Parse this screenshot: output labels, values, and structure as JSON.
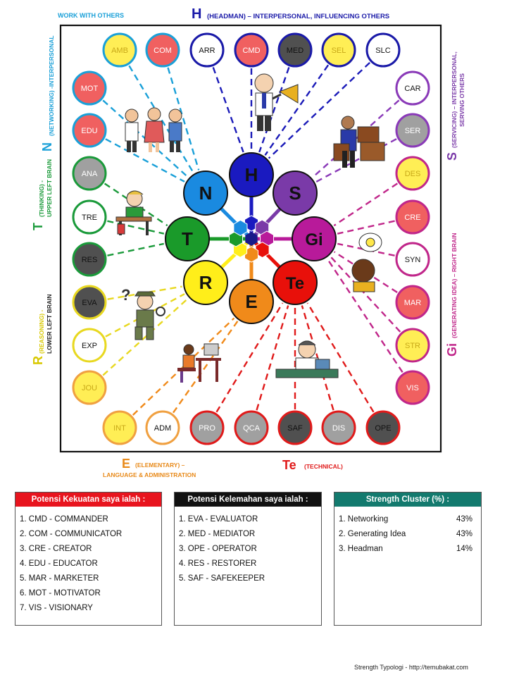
{
  "headings": {
    "work_with_others": "WORK WITH OTHERS",
    "H": {
      "letter": "H",
      "text": "(HEADMAN) – INTERPERSONAL, INFLUENCING OTHERS",
      "color": "#1a1aa8"
    },
    "N": {
      "letter": "N",
      "text": "(NETWORKING) -INTERPERSONAL",
      "color": "#1aa0d8"
    },
    "T": {
      "letter": "T",
      "text": "(THINKING) -",
      "text2": "UPPER LEFT BRAIN",
      "color": "#1a9a3a"
    },
    "R": {
      "letter": "R",
      "text": "(REASONING) -",
      "text2": "LOWER LEFT BRAIN",
      "color": "#d8c800"
    },
    "S": {
      "letter": "S",
      "text": "(SERVICING) – INTERPERSONAL,",
      "text2": "SERVING OTHERS",
      "color": "#7a3aa8"
    },
    "Gi": {
      "letter": "Gi",
      "text": "(GENERATING IDEA) – RIGHT BRAIN",
      "color": "#c0268a"
    },
    "E": {
      "letter": "E",
      "text": "(ELEMENTARY) –",
      "text2": "LANGUAGE & ADMINISTRATION",
      "color": "#e88a1a"
    },
    "Te": {
      "letter": "Te",
      "text": "(TECHNICAL)",
      "color": "#e01a1a"
    }
  },
  "clusters": [
    {
      "id": "H",
      "label": "H",
      "color": "#1a1ac0"
    },
    {
      "id": "S",
      "label": "S",
      "color": "#7a3aa8"
    },
    {
      "id": "Gi",
      "label": "Gi",
      "color": "#b81a9a"
    },
    {
      "id": "Te",
      "label": "Te",
      "color": "#e8100a"
    },
    {
      "id": "E",
      "label": "E",
      "color": "#f08a1a"
    },
    {
      "id": "R",
      "label": "R",
      "color": "#ffee1a"
    },
    {
      "id": "T",
      "label": "T",
      "color": "#1a9a2a"
    },
    {
      "id": "N",
      "label": "N",
      "color": "#1a8ae0"
    }
  ],
  "strengths": [
    {
      "code": "AMB",
      "cluster": "N",
      "fill": "#ffee55",
      "border": "#1aa0d8"
    },
    {
      "code": "COM",
      "cluster": "N",
      "fill": "#f06060",
      "border": "#1aa0d8"
    },
    {
      "code": "ARR",
      "cluster": "H",
      "fill": "#ffffff",
      "border": "#1a1aa8"
    },
    {
      "code": "CMD",
      "cluster": "H",
      "fill": "#f06060",
      "border": "#1a1aa8"
    },
    {
      "code": "MED",
      "cluster": "H",
      "fill": "#505050",
      "border": "#1a1aa8"
    },
    {
      "code": "SEL",
      "cluster": "H",
      "fill": "#ffee55",
      "border": "#1a1aa8"
    },
    {
      "code": "SLC",
      "cluster": "H",
      "fill": "#ffffff",
      "border": "#1a1aa8"
    },
    {
      "code": "MOT",
      "cluster": "N",
      "fill": "#f06060",
      "border": "#1aa0d8"
    },
    {
      "code": "EDU",
      "cluster": "N",
      "fill": "#f06060",
      "border": "#1aa0d8"
    },
    {
      "code": "CAR",
      "cluster": "S",
      "fill": "#ffffff",
      "border": "#8a3ab8"
    },
    {
      "code": "SER",
      "cluster": "S",
      "fill": "#a0a0a0",
      "border": "#8a3ab8"
    },
    {
      "code": "ANA",
      "cluster": "T",
      "fill": "#a0a0a0",
      "border": "#1a9a3a"
    },
    {
      "code": "DES",
      "cluster": "Gi",
      "fill": "#ffee55",
      "border": "#c0268a"
    },
    {
      "code": "TRE",
      "cluster": "T",
      "fill": "#ffffff",
      "border": "#1a9a3a"
    },
    {
      "code": "CRE",
      "cluster": "Gi",
      "fill": "#f06060",
      "border": "#c0268a"
    },
    {
      "code": "RES",
      "cluster": "T",
      "fill": "#505050",
      "border": "#1a9a3a"
    },
    {
      "code": "SYN",
      "cluster": "Gi",
      "fill": "#ffffff",
      "border": "#c0268a"
    },
    {
      "code": "EVA",
      "cluster": "R",
      "fill": "#505050",
      "border": "#e8d820"
    },
    {
      "code": "MAR",
      "cluster": "Gi",
      "fill": "#f06060",
      "border": "#c0268a"
    },
    {
      "code": "EXP",
      "cluster": "R",
      "fill": "#ffffff",
      "border": "#e8d820"
    },
    {
      "code": "STR",
      "cluster": "Gi",
      "fill": "#ffee55",
      "border": "#c0268a"
    },
    {
      "code": "JOU",
      "cluster": "R",
      "fill": "#ffee55",
      "border": "#f0a040"
    },
    {
      "code": "VIS",
      "cluster": "Gi",
      "fill": "#f06060",
      "border": "#c0268a"
    },
    {
      "code": "INT",
      "cluster": "E",
      "fill": "#ffee55",
      "border": "#f0a040"
    },
    {
      "code": "ADM",
      "cluster": "E",
      "fill": "#ffffff",
      "border": "#f0a040"
    },
    {
      "code": "PRO",
      "cluster": "Te",
      "fill": "#a0a0a0",
      "border": "#e01a1a"
    },
    {
      "code": "QCA",
      "cluster": "Te",
      "fill": "#a0a0a0",
      "border": "#e01a1a"
    },
    {
      "code": "SAF",
      "cluster": "Te",
      "fill": "#505050",
      "border": "#e01a1a"
    },
    {
      "code": "DIS",
      "cluster": "Te",
      "fill": "#a0a0a0",
      "border": "#e01a1a"
    },
    {
      "code": "OPE",
      "cluster": "Te",
      "fill": "#505050",
      "border": "#e01a1a"
    }
  ],
  "panels": {
    "strengths": {
      "title": "Potensi Kekuatan saya ialah :",
      "color": "#e8141e",
      "items": [
        "1. CMD - COMMANDER",
        "2. COM - COMMUNICATOR",
        "3. CRE - CREATOR",
        "4. EDU - EDUCATOR",
        "5. MAR - MARKETER",
        "6. MOT - MOTIVATOR",
        "7. VIS - VISIONARY"
      ]
    },
    "weaknesses": {
      "title": "Potensi Kelemahan saya ialah :",
      "color": "#111111",
      "items": [
        "1. EVA - EVALUATOR",
        "2. MED - MEDIATOR",
        "3. OPE - OPERATOR",
        "4. RES - RESTORER",
        "5. SAF - SAFEKEEPER"
      ]
    },
    "cluster": {
      "title": "Strength Cluster (%) :",
      "color": "#137a6e",
      "items": [
        {
          "name": "1. Networking",
          "pct": "43%"
        },
        {
          "name": "2. Generating Idea",
          "pct": "43%"
        },
        {
          "name": "3. Headman",
          "pct": "14%"
        }
      ]
    }
  },
  "footer": "Strength Typologi - http://temubakat.com",
  "icons": [
    "group-people-icon",
    "speaking-man-megaphone-icon",
    "porter-luggage-icon",
    "student-desk-icon",
    "thinking-man-lightbulb-icon",
    "detective-icon",
    "computer-worker-icon",
    "technician-icon"
  ]
}
